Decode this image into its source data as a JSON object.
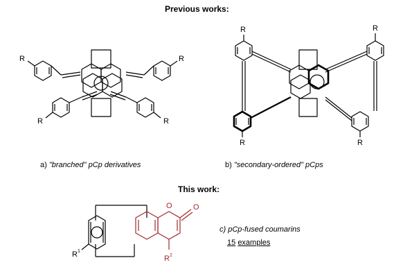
{
  "headings": {
    "previous": "Previous works:",
    "this_work": "This work:"
  },
  "captions": {
    "a_prefix": "a) ",
    "a_quoted": "\"branched\"",
    "a_rest": " pCp derivatives",
    "b_prefix": "b) ",
    "b_quoted": "\"secondary-ordered\"",
    "b_rest": " pCps",
    "c_text": "c) pCp-fused coumarins",
    "c_count": "15",
    "c_examples": "examples"
  },
  "labels": {
    "R": "R",
    "R1_base": "R",
    "R1_sup": "1",
    "R2_base": "R",
    "R2_sup": "2",
    "carbonyl_O": "O",
    "ring_O": "O"
  },
  "colors": {
    "coumarin": "#a0282d",
    "ink": "#000000"
  }
}
